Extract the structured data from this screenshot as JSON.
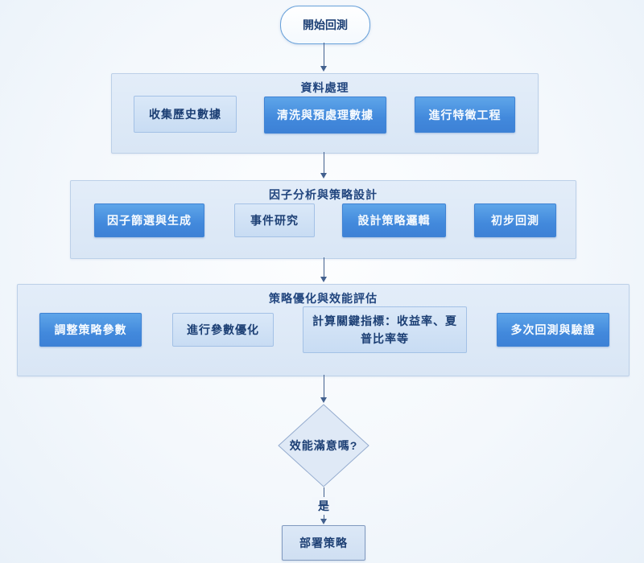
{
  "colors": {
    "solid_node_blue": "#4289dc",
    "light_node_fill": "#cfe0f4",
    "container_fill": "#dde8f6",
    "container_border": "#bcd0e8",
    "text_navy": "#1c3f74",
    "arrow": "#42608e",
    "background": "#f4f8fc"
  },
  "flowchart": {
    "start_label": "開始回測",
    "groups": [
      {
        "title": "資料處理",
        "nodes": [
          {
            "label": "收集歷史數據",
            "style": "light"
          },
          {
            "label": "清洗與預處理數據",
            "style": "solid"
          },
          {
            "label": "進行特徵工程",
            "style": "solid"
          }
        ]
      },
      {
        "title": "因子分析與策略設計",
        "nodes": [
          {
            "label": "因子篩選與生成",
            "style": "solid"
          },
          {
            "label": "事件研究",
            "style": "light"
          },
          {
            "label": "設計策略邏輯",
            "style": "solid"
          },
          {
            "label": "初步回測",
            "style": "solid"
          }
        ]
      },
      {
        "title": "策略優化與效能評估",
        "nodes": [
          {
            "label": "調整策略參數",
            "style": "solid"
          },
          {
            "label": "進行參數優化",
            "style": "light"
          },
          {
            "label": "計算關鍵指標：收益率、夏普比率等",
            "style": "light"
          },
          {
            "label": "多次回測與驗證",
            "style": "solid"
          }
        ]
      }
    ],
    "decision_label": "效能滿意嗎?",
    "yes_label": "是",
    "end_label": "部署策略"
  }
}
